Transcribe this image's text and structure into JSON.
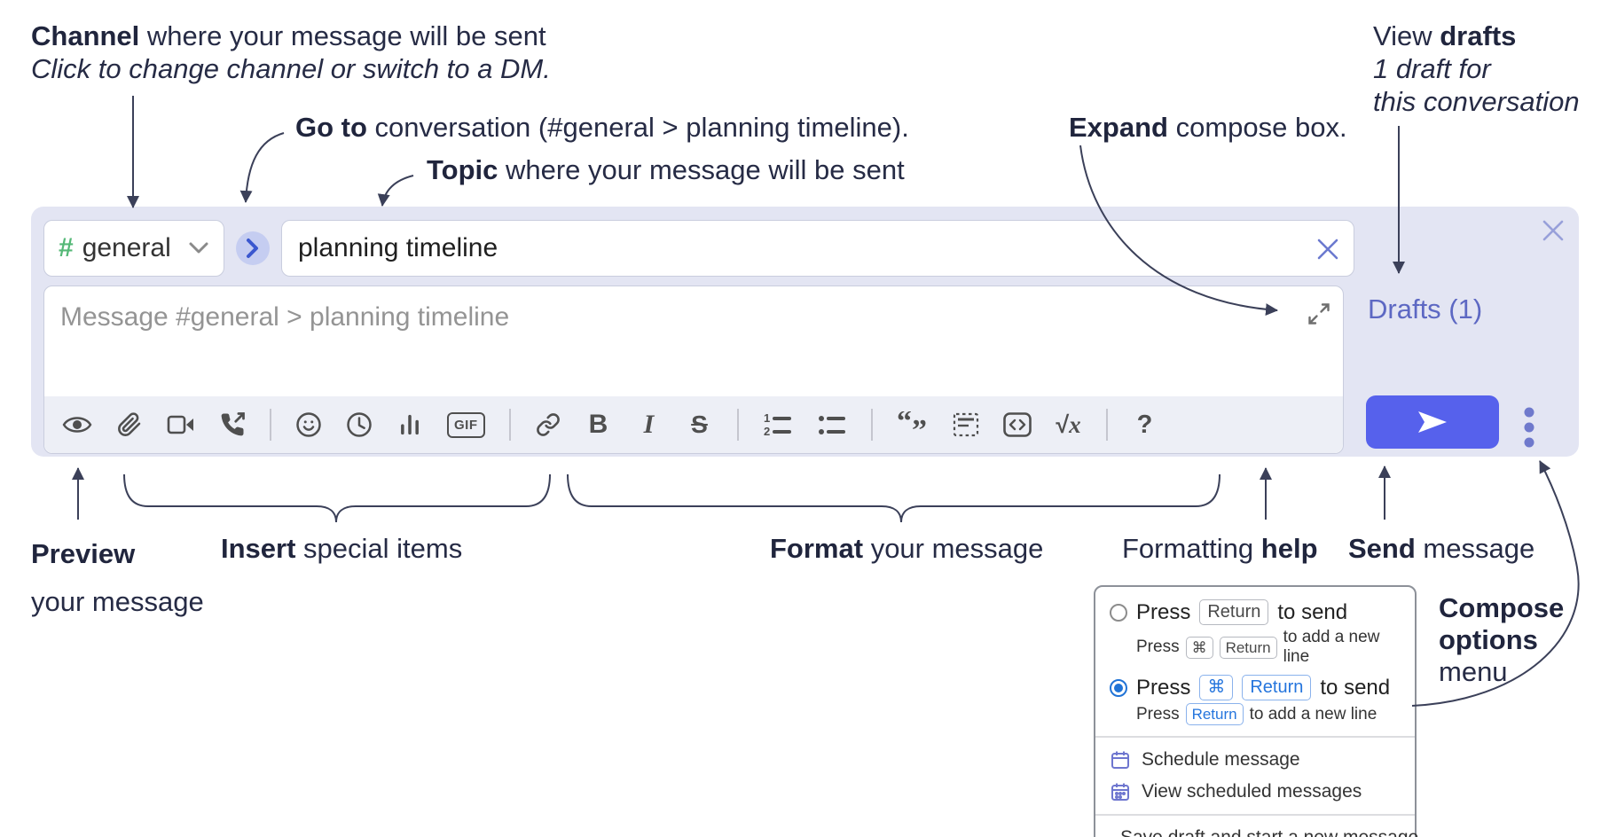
{
  "annotations": {
    "channel": {
      "bold": "Channel",
      "rest": " where your message will be sent",
      "sub": "Click to change channel or switch to a DM."
    },
    "goto": {
      "bold": "Go to",
      "rest": " conversation (#general > planning timeline)."
    },
    "topic": {
      "bold": "Topic",
      "rest": " where your message will be sent"
    },
    "expand": {
      "bold": "Expand",
      "rest": " compose box."
    },
    "drafts": {
      "pre": "View ",
      "bold": "drafts",
      "line2": "1 draft for",
      "line3": "this conversation"
    },
    "preview": {
      "bold": "Preview",
      "line2": "your message"
    },
    "insert": {
      "bold": "Insert",
      "rest": " special items"
    },
    "format": {
      "bold": "Format",
      "rest": " your message"
    },
    "help": {
      "pre": "Formatting ",
      "bold": "help"
    },
    "send": {
      "bold": "Send",
      "rest": " message"
    },
    "compose_options": {
      "line1": "Compose",
      "line2": "options",
      "line3": "menu"
    }
  },
  "compose": {
    "channel_hash": "#",
    "channel_name": "general",
    "topic_value": "planning timeline",
    "message_placeholder": "Message #general > planning timeline",
    "drafts_label": "Drafts (1)",
    "toolbar": {
      "bold_label": "B",
      "italic_label": "I",
      "strike_label": "S",
      "gif_label": "GIF",
      "quote_label": "“”",
      "math_sqrt": "√",
      "math_x": "x",
      "help_label": "?",
      "icon_names": [
        "preview-eye",
        "attach-paperclip",
        "video-call",
        "voice-call",
        "emoji-smiley",
        "time",
        "poll-chart",
        "gif",
        "link",
        "bold",
        "italic",
        "strikethrough",
        "numbered-list",
        "bulleted-list",
        "quote",
        "spoiler",
        "code",
        "math",
        "help"
      ]
    }
  },
  "popup": {
    "options": [
      {
        "selected": false,
        "main_pre": "Press",
        "main_keys": [
          "Return"
        ],
        "main_post": "to send",
        "sub_pre": "Press",
        "sub_keys": [
          "⌘",
          "Return"
        ],
        "sub_post": "to add a new line"
      },
      {
        "selected": true,
        "main_pre": "Press",
        "main_keys": [
          "⌘",
          "Return"
        ],
        "main_post": "to send",
        "sub_pre": "Press",
        "sub_keys": [
          "Return"
        ],
        "sub_post": "to add a new line"
      }
    ],
    "menu_items": [
      "Schedule message",
      "View scheduled messages",
      "Save draft and start a new message"
    ]
  },
  "colors": {
    "compose_bg": "#e3e5f3",
    "toolbar_bg": "#edeff6",
    "send_button": "#5661ec",
    "drafts_link": "#5d68c3",
    "hash_green": "#55b877",
    "jump_circle_bg": "#c5cdf1",
    "jump_chevron": "#3a57cf",
    "annotation_text": "#262b45",
    "icon_gray": "#4f4f4f",
    "menu_icon_purple": "#6e76cf",
    "radio_checked": "#2073d6",
    "key_blue": "#2575dd"
  }
}
